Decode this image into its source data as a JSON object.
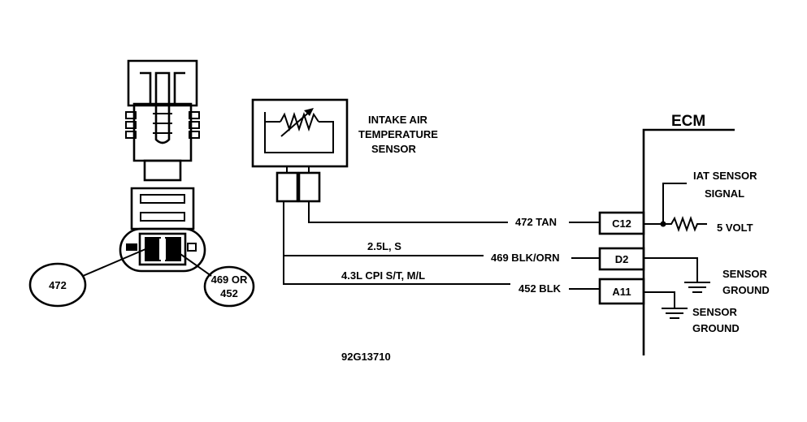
{
  "sensor": {
    "title_line1": "INTAKE AIR",
    "title_line2": "TEMPERATURE",
    "title_line3": "SENSOR"
  },
  "ecm": {
    "label": "ECM",
    "iat_signal_line1": "IAT SENSOR",
    "iat_signal_line2": "SIGNAL",
    "five_volt": "5 VOLT",
    "ground1_line1": "SENSOR",
    "ground1_line2": "GROUND",
    "ground2_line1": "SENSOR",
    "ground2_line2": "GROUND"
  },
  "pins": {
    "c12": "C12",
    "d2": "D2",
    "a11": "A11"
  },
  "wires": {
    "w472": "472 TAN",
    "w469": "469 BLK/ORN",
    "w452": "452 BLK",
    "note_25": "2.5L, S",
    "note_43": "4.3L CPI S/T, M/L"
  },
  "callouts": {
    "left": "472",
    "right_line1": "469 OR",
    "right_line2": "452"
  },
  "figure_id": "92G13710"
}
